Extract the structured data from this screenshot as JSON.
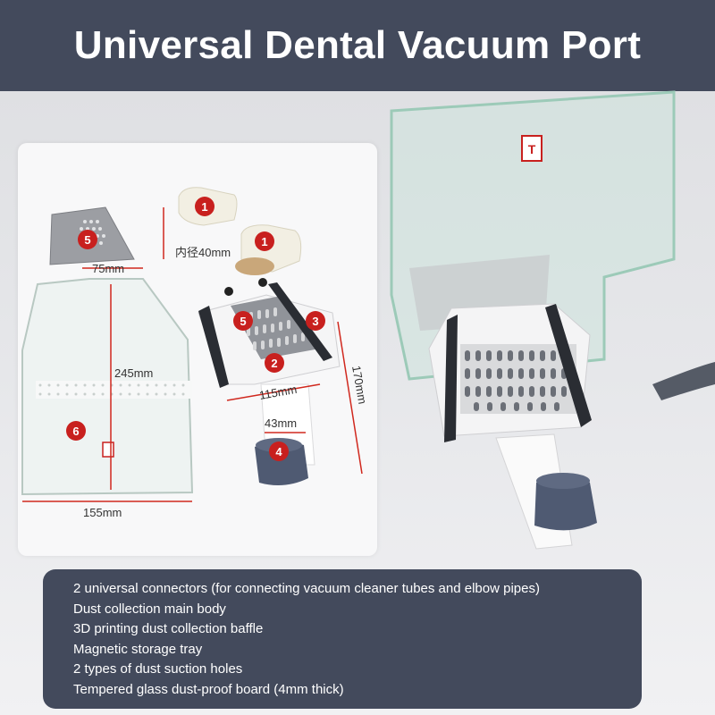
{
  "header": {
    "title": "Universal Dental Vacuum Port"
  },
  "diagram": {
    "badges": [
      "1",
      "1",
      "2",
      "3",
      "4",
      "5",
      "5",
      "6"
    ],
    "dimensions": {
      "inner_diameter": "内径40mm",
      "top_width": "75mm",
      "glass_height": "245mm",
      "glass_width": "155mm",
      "body_width": "115mm",
      "body_depth": "170mm",
      "tray_width": "43mm"
    },
    "logo_text": "T"
  },
  "features": [
    "2 universal connectors (for connecting vacuum cleaner tubes and elbow pipes)",
    "Dust collection main body",
    "3D printing dust collection baffle",
    "Magnetic storage tray",
    "2 types of dust suction holes",
    "Tempered glass dust-proof board (4mm thick)"
  ],
  "colors": {
    "banner": "#434a5c",
    "badge": "#c8201e",
    "dimension_line": "#d0281e",
    "plug": "#4f5a72"
  }
}
